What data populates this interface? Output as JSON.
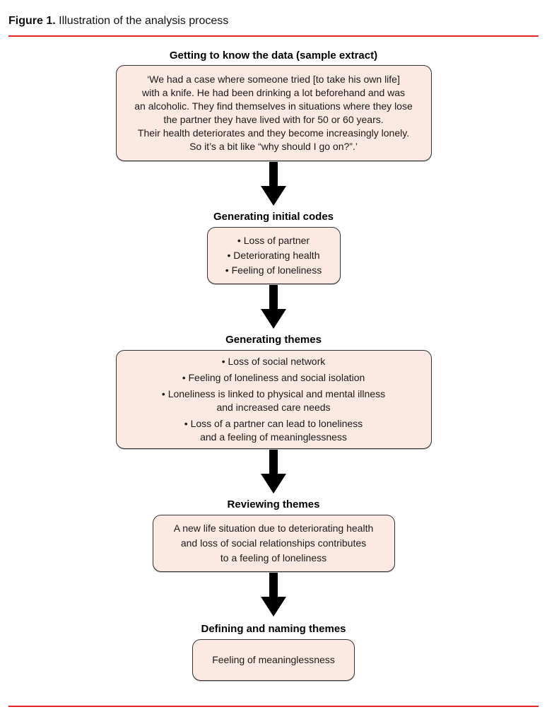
{
  "figure": {
    "label": "Figure 1.",
    "title": " Illustration of the analysis process"
  },
  "colors": {
    "box_background": "#fbe9e2",
    "box_border": "#333333",
    "rule_red": "#e5252a",
    "arrow_black": "#000000"
  },
  "stages": [
    {
      "title": "Getting to know the data (sample extract)",
      "lines": [
        "‘We had a case where someone tried [to take his own life]",
        "with a knife. He had been drinking a lot beforehand and was",
        "an alcoholic. They find themselves in situations where they lose",
        "the partner they have lived with for 50 or 60 years.",
        "Their health deteriorates and they become increasingly lonely.",
        "So it’s a bit like “why should I go on?”.’"
      ]
    },
    {
      "title": "Generating initial codes",
      "lines": [
        "• Loss of partner",
        "• Deteriorating health",
        "• Feeling of loneliness"
      ]
    },
    {
      "title": "Generating themes",
      "lines": [
        "• Loss of social network",
        "• Feeling of loneliness and social isolation",
        "• Loneliness is linked to physical and mental illness",
        "and increased care needs",
        "• Loss of a partner can lead to loneliness",
        "and a feeling of meaninglessness"
      ]
    },
    {
      "title": "Reviewing themes",
      "lines": [
        "A new life situation due to deteriorating health",
        "and loss of social relationships contributes",
        "to a feeling of loneliness"
      ]
    },
    {
      "title": "Defining and naming themes",
      "lines": [
        "Feeling of meaninglessness"
      ]
    }
  ]
}
